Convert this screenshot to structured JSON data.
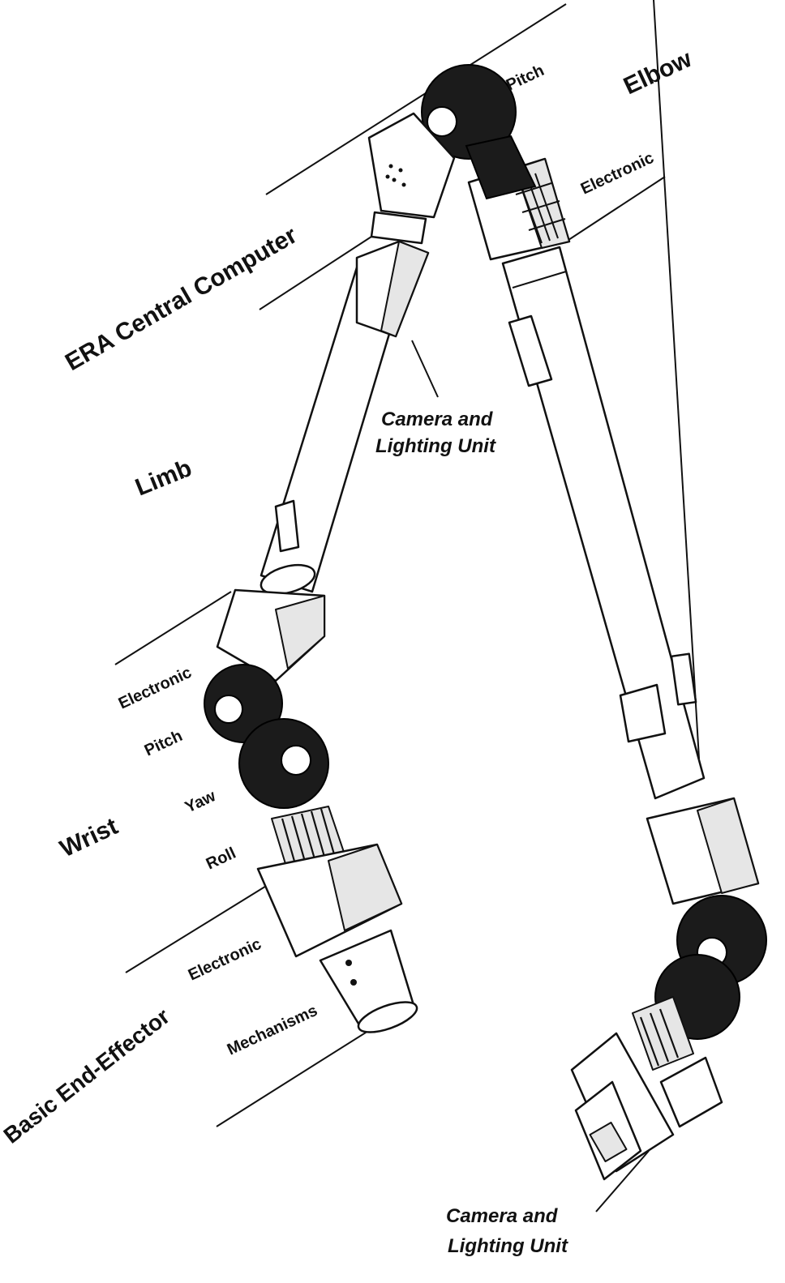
{
  "labels": {
    "pitch_top": "Pitch",
    "elbow": "Elbow",
    "electronic_top": "Electronic",
    "era_central_computer": "ERA Central Computer",
    "camera_top_line1": "Camera and",
    "camera_top_line2": "Lighting Unit",
    "limb": "Limb",
    "electronic_wrist": "Electronic",
    "pitch_wrist": "Pitch",
    "yaw": "Yaw",
    "wrist": "Wrist",
    "roll": "Roll",
    "electronic_effector": "Electronic",
    "mechanisms": "Mechanisms",
    "basic_end_effector": "Basic End-Effector",
    "camera_bottom_line1": "Camera and",
    "camera_bottom_line2": "Lighting Unit"
  },
  "colors": {
    "line": "#111111",
    "joint_dark": "#1b1b1b",
    "background": "#ffffff"
  }
}
